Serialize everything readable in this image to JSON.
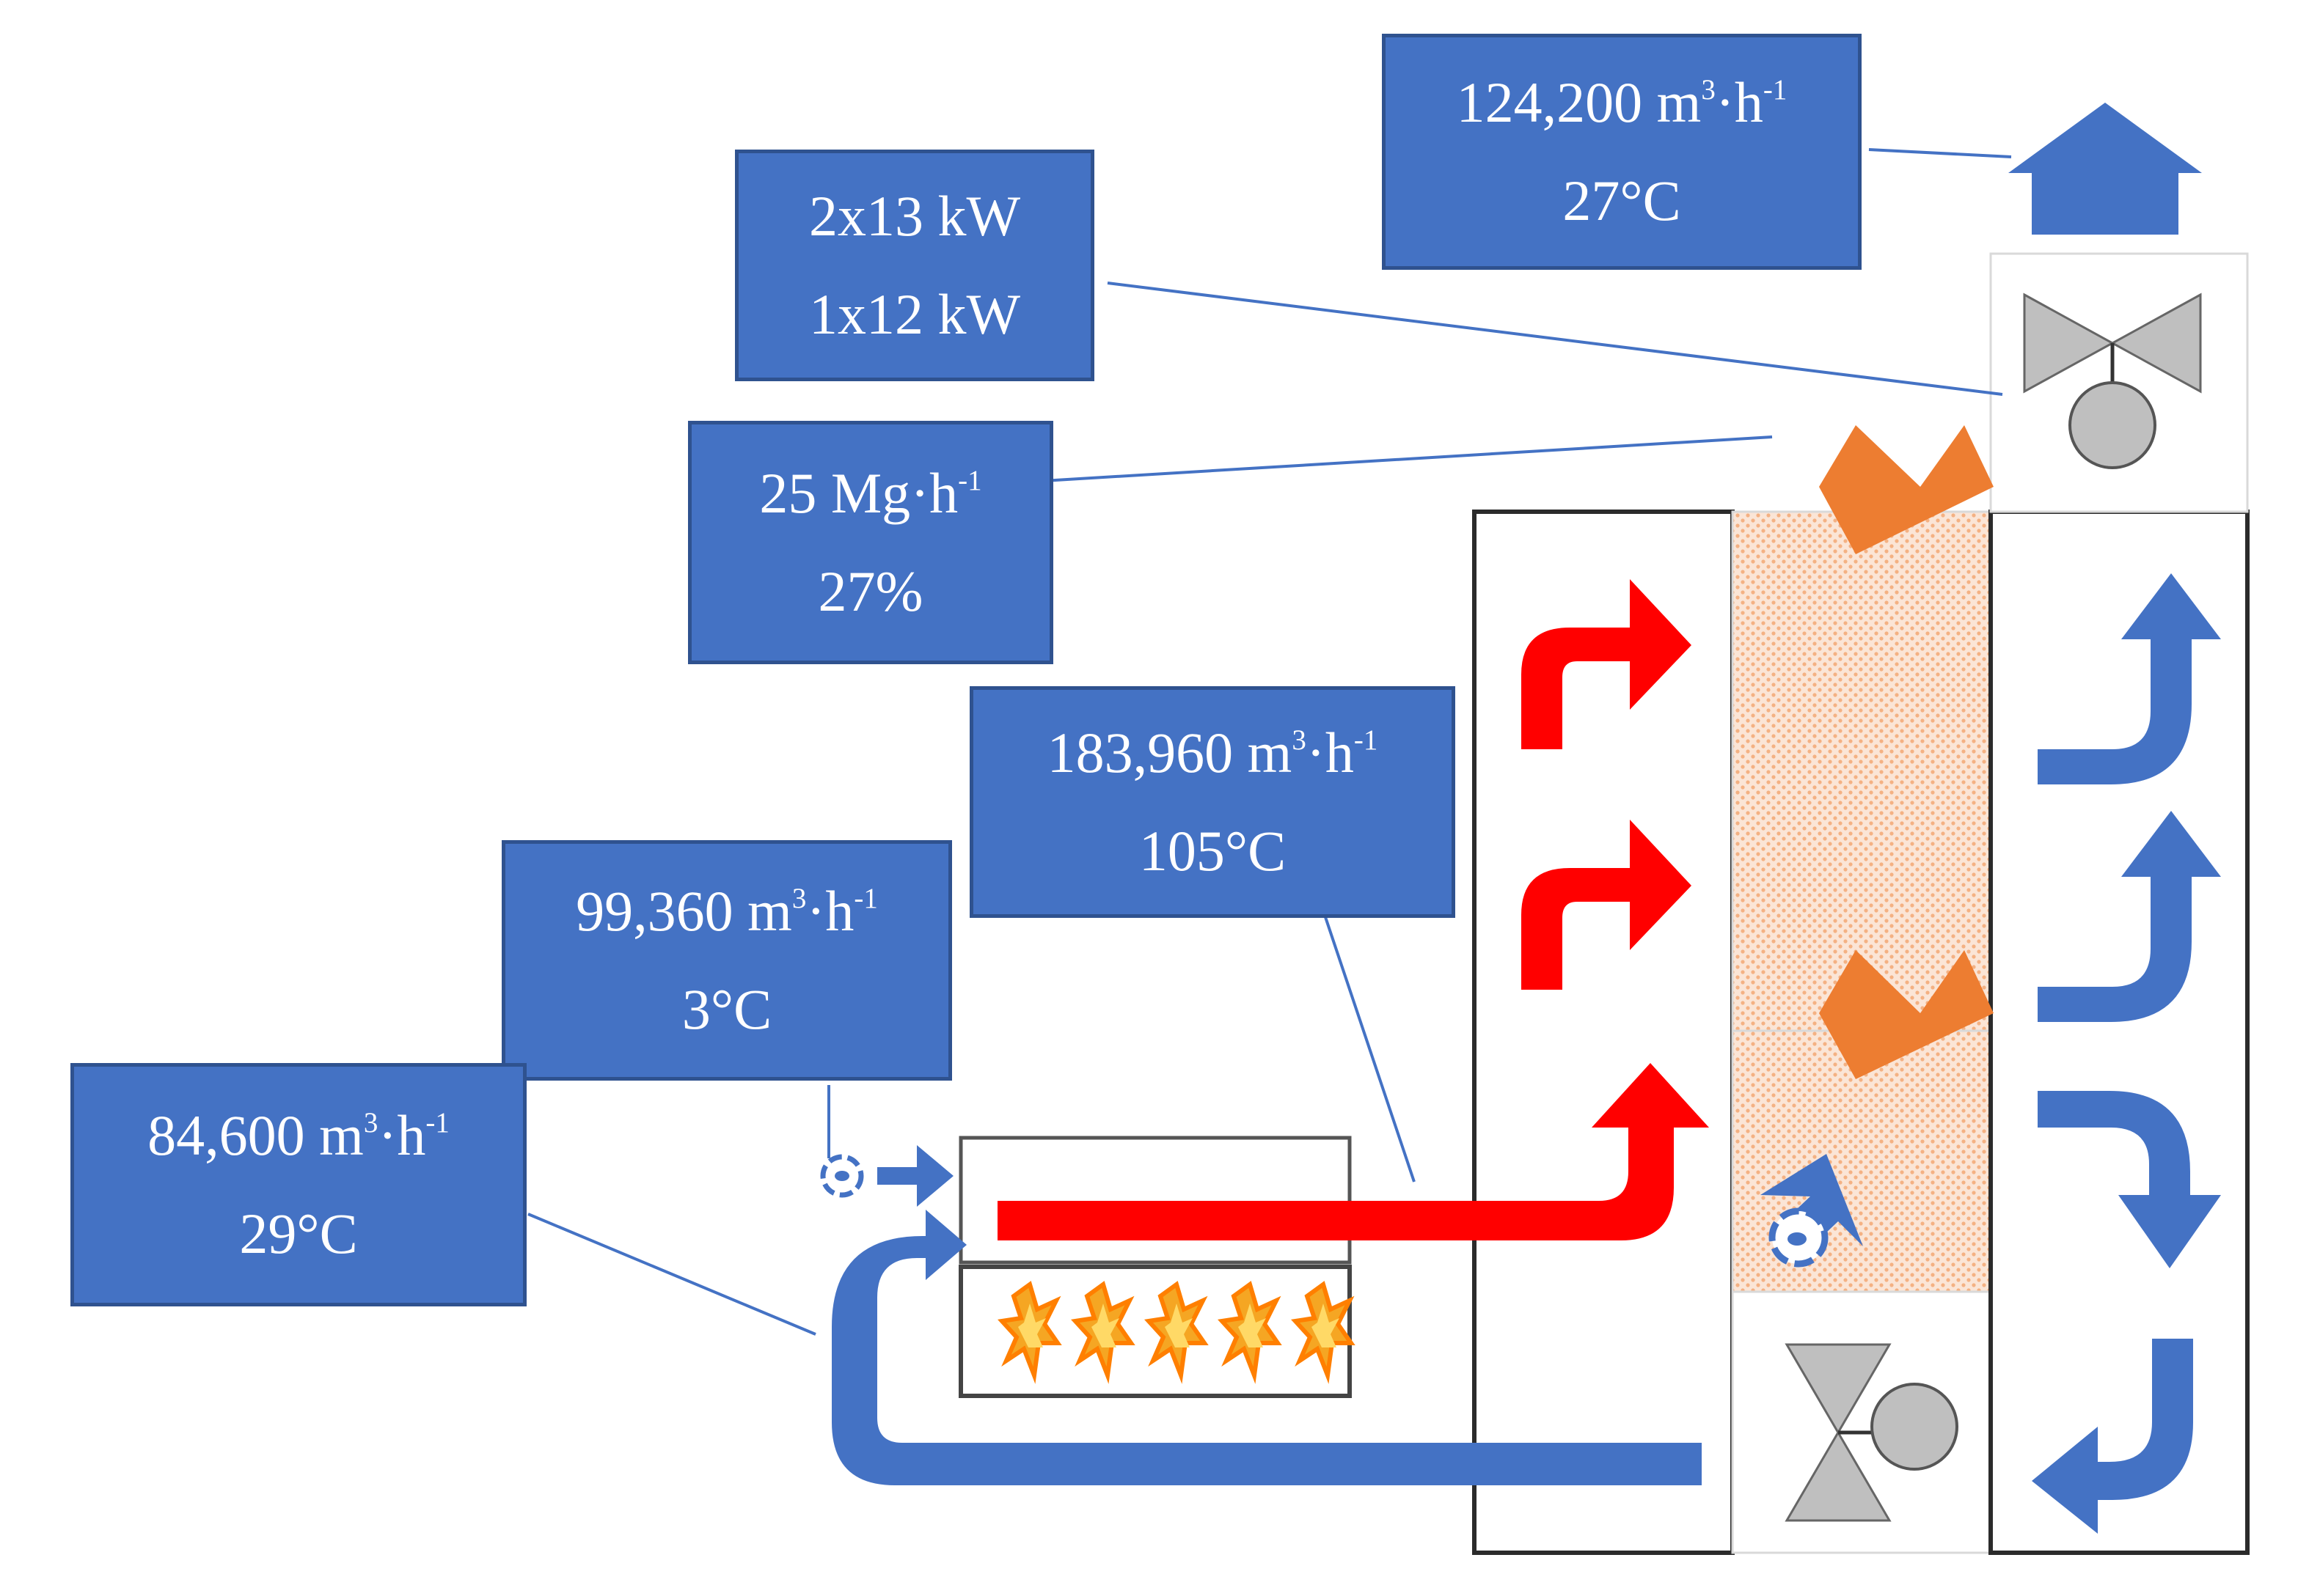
{
  "labels": {
    "exhaust": {
      "line1": {
        "value": "124,200",
        "unit": "m",
        "exp1": "3",
        "dot": "·h",
        "exp2": "-1"
      },
      "line2": "27°C"
    },
    "fans": {
      "line1": "2x13 kW",
      "line2": "1x12 kW"
    },
    "feed": {
      "line1": {
        "value": "25",
        "unit": "Mg·h",
        "exp": "-1"
      },
      "line2": "27%"
    },
    "hot_air": {
      "line1": {
        "value": "183,960",
        "unit": "m",
        "exp1": "3",
        "dot": "·h",
        "exp2": "-1"
      },
      "line2": "105°C"
    },
    "fresh_air": {
      "line1": {
        "value": "99,360",
        "unit": "m",
        "exp1": "3",
        "dot": "·h",
        "exp2": "-1"
      },
      "line2": "3°C"
    },
    "recirculation": {
      "line1": {
        "value": "84,600",
        "unit": "m",
        "exp1": "3",
        "dot": "·h",
        "exp2": "-1"
      },
      "line2": "29°C"
    }
  },
  "colors": {
    "label_fill": "#4472c4",
    "label_border": "#2f528f",
    "hot_air": "#ff0000",
    "cool_air": "#4472c4",
    "material": "#ed7d31",
    "flame": "#f5a623",
    "valve": "#bfbfbf"
  },
  "icons": [
    "exhaust-arrow-icon",
    "damper-valve-icon",
    "material-feed-arrow-icon",
    "fan-icon",
    "burner-flame-icon"
  ]
}
